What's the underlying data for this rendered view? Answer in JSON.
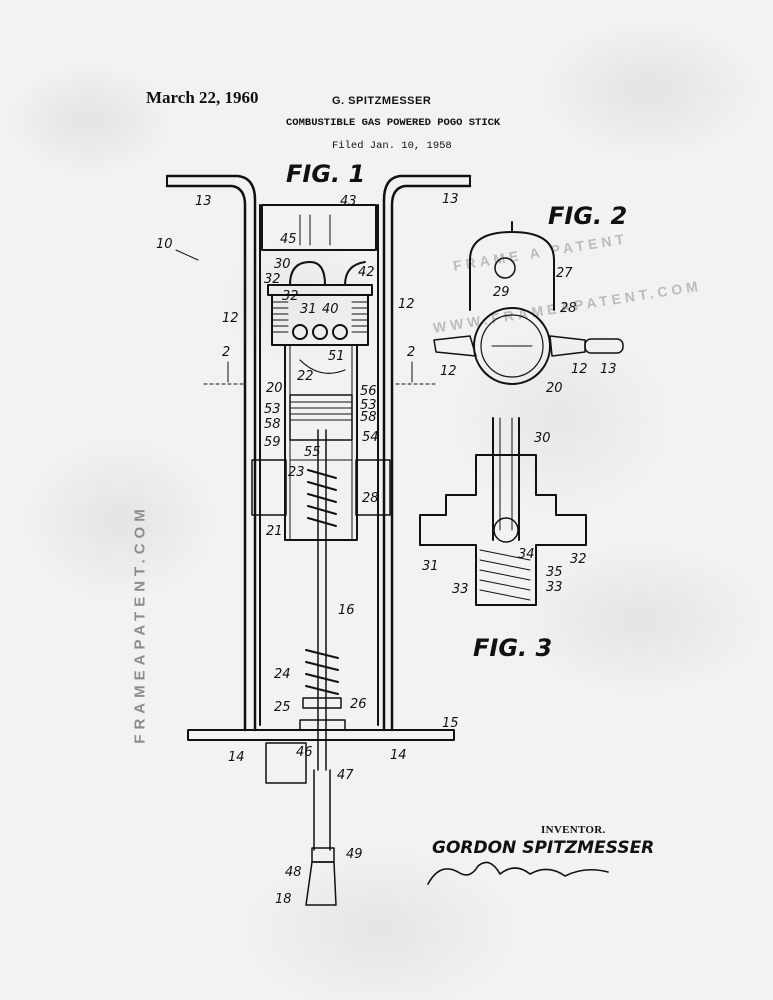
{
  "header": {
    "date": "March 22, 1960",
    "inventor_top": "G. SPITZMESSER",
    "title": "COMBUSTIBLE GAS POWERED POGO STICK",
    "filed": "Filed Jan. 10, 1958"
  },
  "figures": {
    "fig1": "FIG. 1",
    "fig2": "FIG. 2",
    "fig3": "FIG. 3"
  },
  "side_watermark": "FRAMEAPATENT.COM",
  "watermark_line1": "FRAME A PATENT",
  "watermark_line2": "WWW.FRAMEAPATENT.COM",
  "signature_block": {
    "caption": "INVENTOR.",
    "name": "GORDON SPITZMESSER",
    "handwritten": "Gordon Spitzmesser"
  },
  "reference_numerals": {
    "fig1": [
      "10",
      "13",
      "13",
      "43",
      "45",
      "30",
      "32",
      "32",
      "42",
      "12",
      "12",
      "31",
      "40",
      "51",
      "2",
      "2",
      "20",
      "22",
      "56",
      "53",
      "53",
      "58",
      "58",
      "54",
      "59",
      "55",
      "23",
      "28",
      "21",
      "16",
      "24",
      "25",
      "26",
      "15",
      "14",
      "14",
      "46",
      "47",
      "49",
      "48",
      "18"
    ],
    "fig2": [
      "27",
      "29",
      "28",
      "12",
      "12",
      "13",
      "20"
    ],
    "fig3": [
      "30",
      "32",
      "31",
      "34",
      "35",
      "33",
      "33"
    ]
  }
}
